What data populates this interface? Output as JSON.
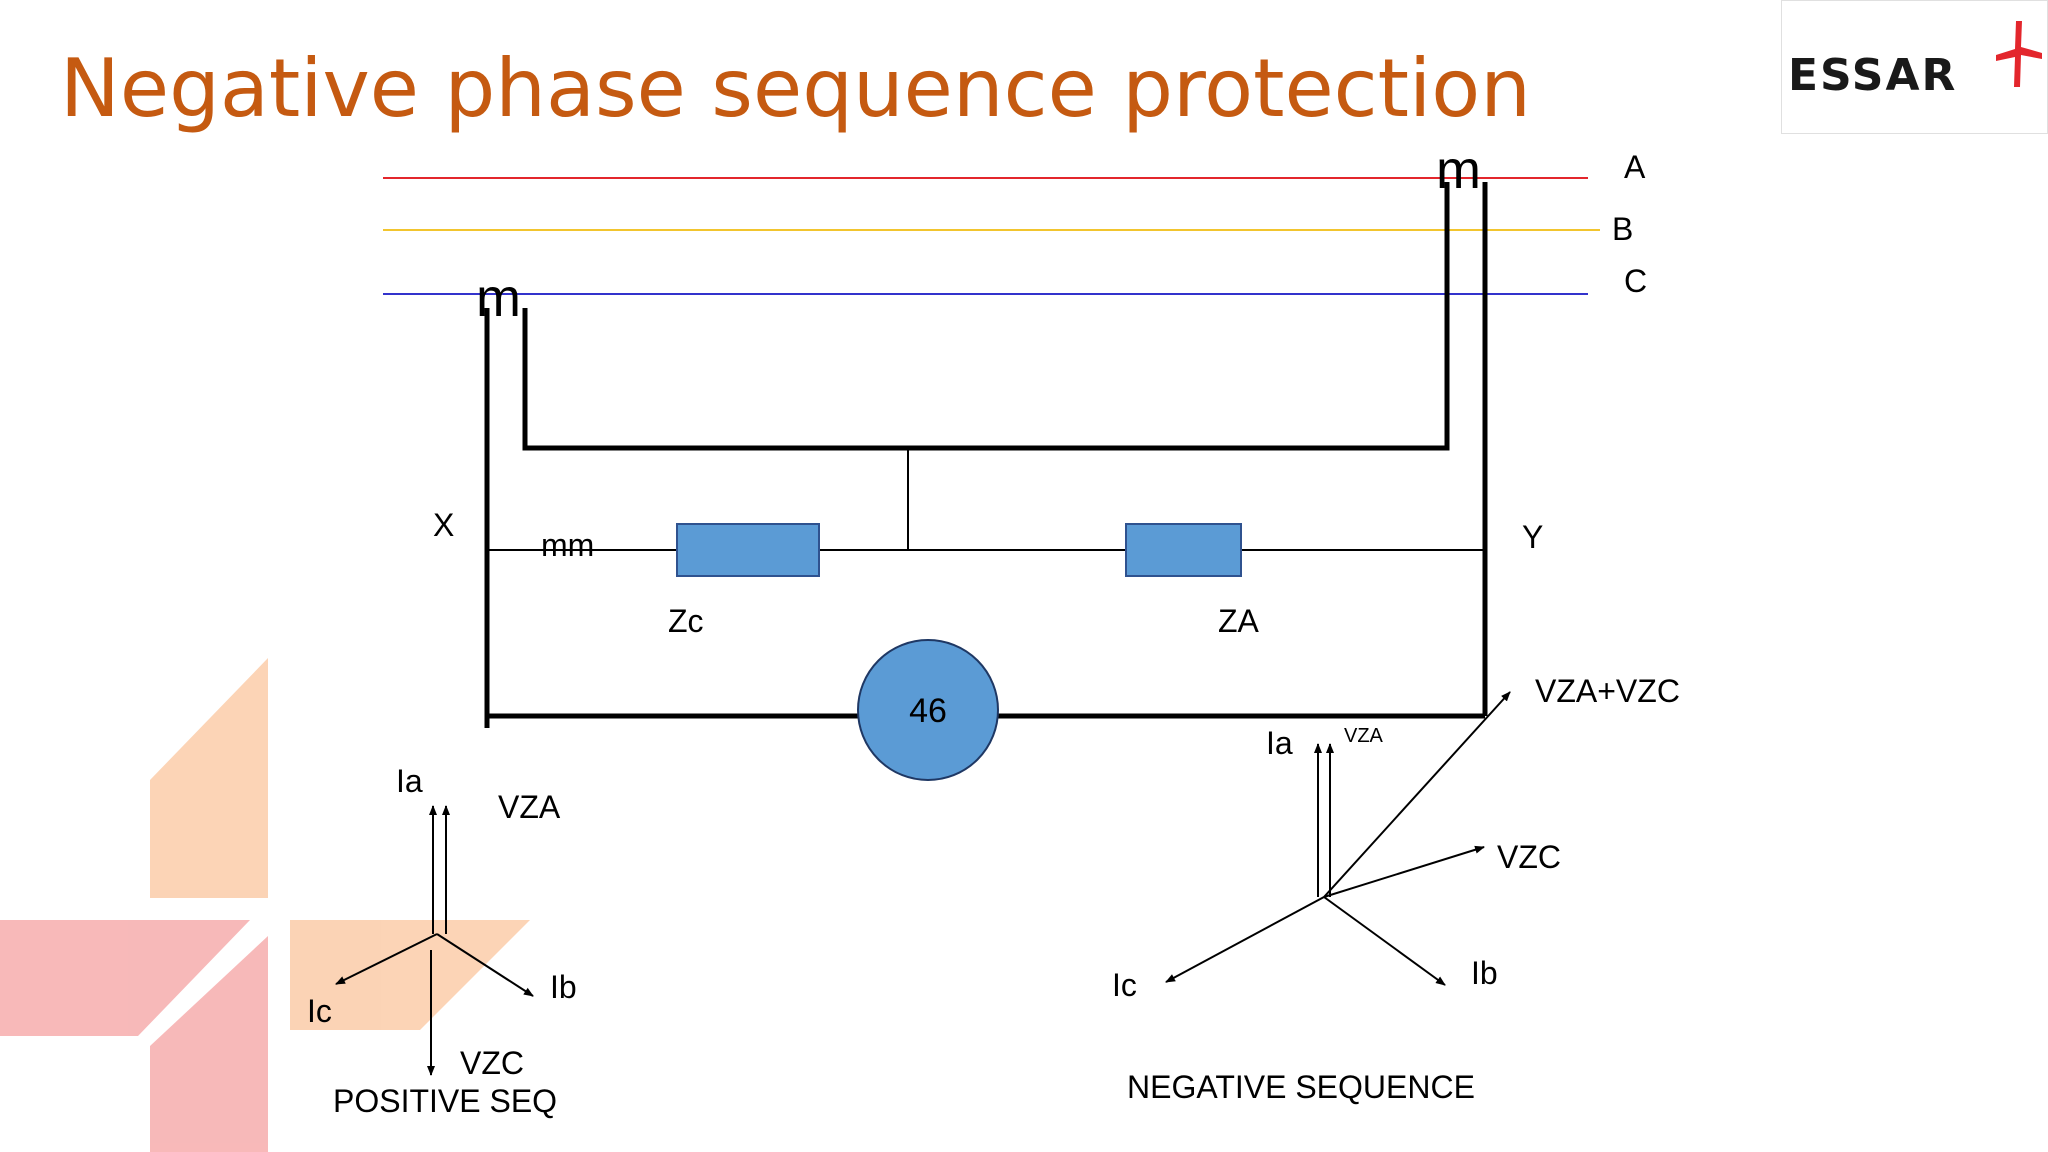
{
  "slide": {
    "title": "Negative phase sequence protection",
    "logo": {
      "text": "ESSAR",
      "text_color": "#1a1a1a",
      "star_color": "#E3262C"
    }
  },
  "circuit": {
    "phases": [
      {
        "label": "A",
        "color": "#E3262C"
      },
      {
        "label": "B",
        "color": "#F2C52E"
      },
      {
        "label": "C",
        "color": "#3333CC"
      }
    ],
    "ct_symbol": "m",
    "node_left": "X",
    "node_right": "Y",
    "link_symbol": "mm",
    "impedance_left": "Zc",
    "impedance_right": "ZA",
    "impedance_color": "#5B9BD5",
    "relay_number": "46",
    "relay_color": "#5B9BD5"
  },
  "positive_sequence": {
    "caption": "POSITIVE SEQ",
    "ia": "Ia",
    "vza": "VZA",
    "ib": "Ib",
    "ic": "Ic",
    "vzc": "VZC"
  },
  "negative_sequence": {
    "caption": "NEGATIVE SEQUENCE",
    "ia": "Ia",
    "vza": "VZA",
    "vza_vzc": "VZA+VZC",
    "vzc": "VZC",
    "ib": "Ib",
    "ic": "Ic"
  }
}
